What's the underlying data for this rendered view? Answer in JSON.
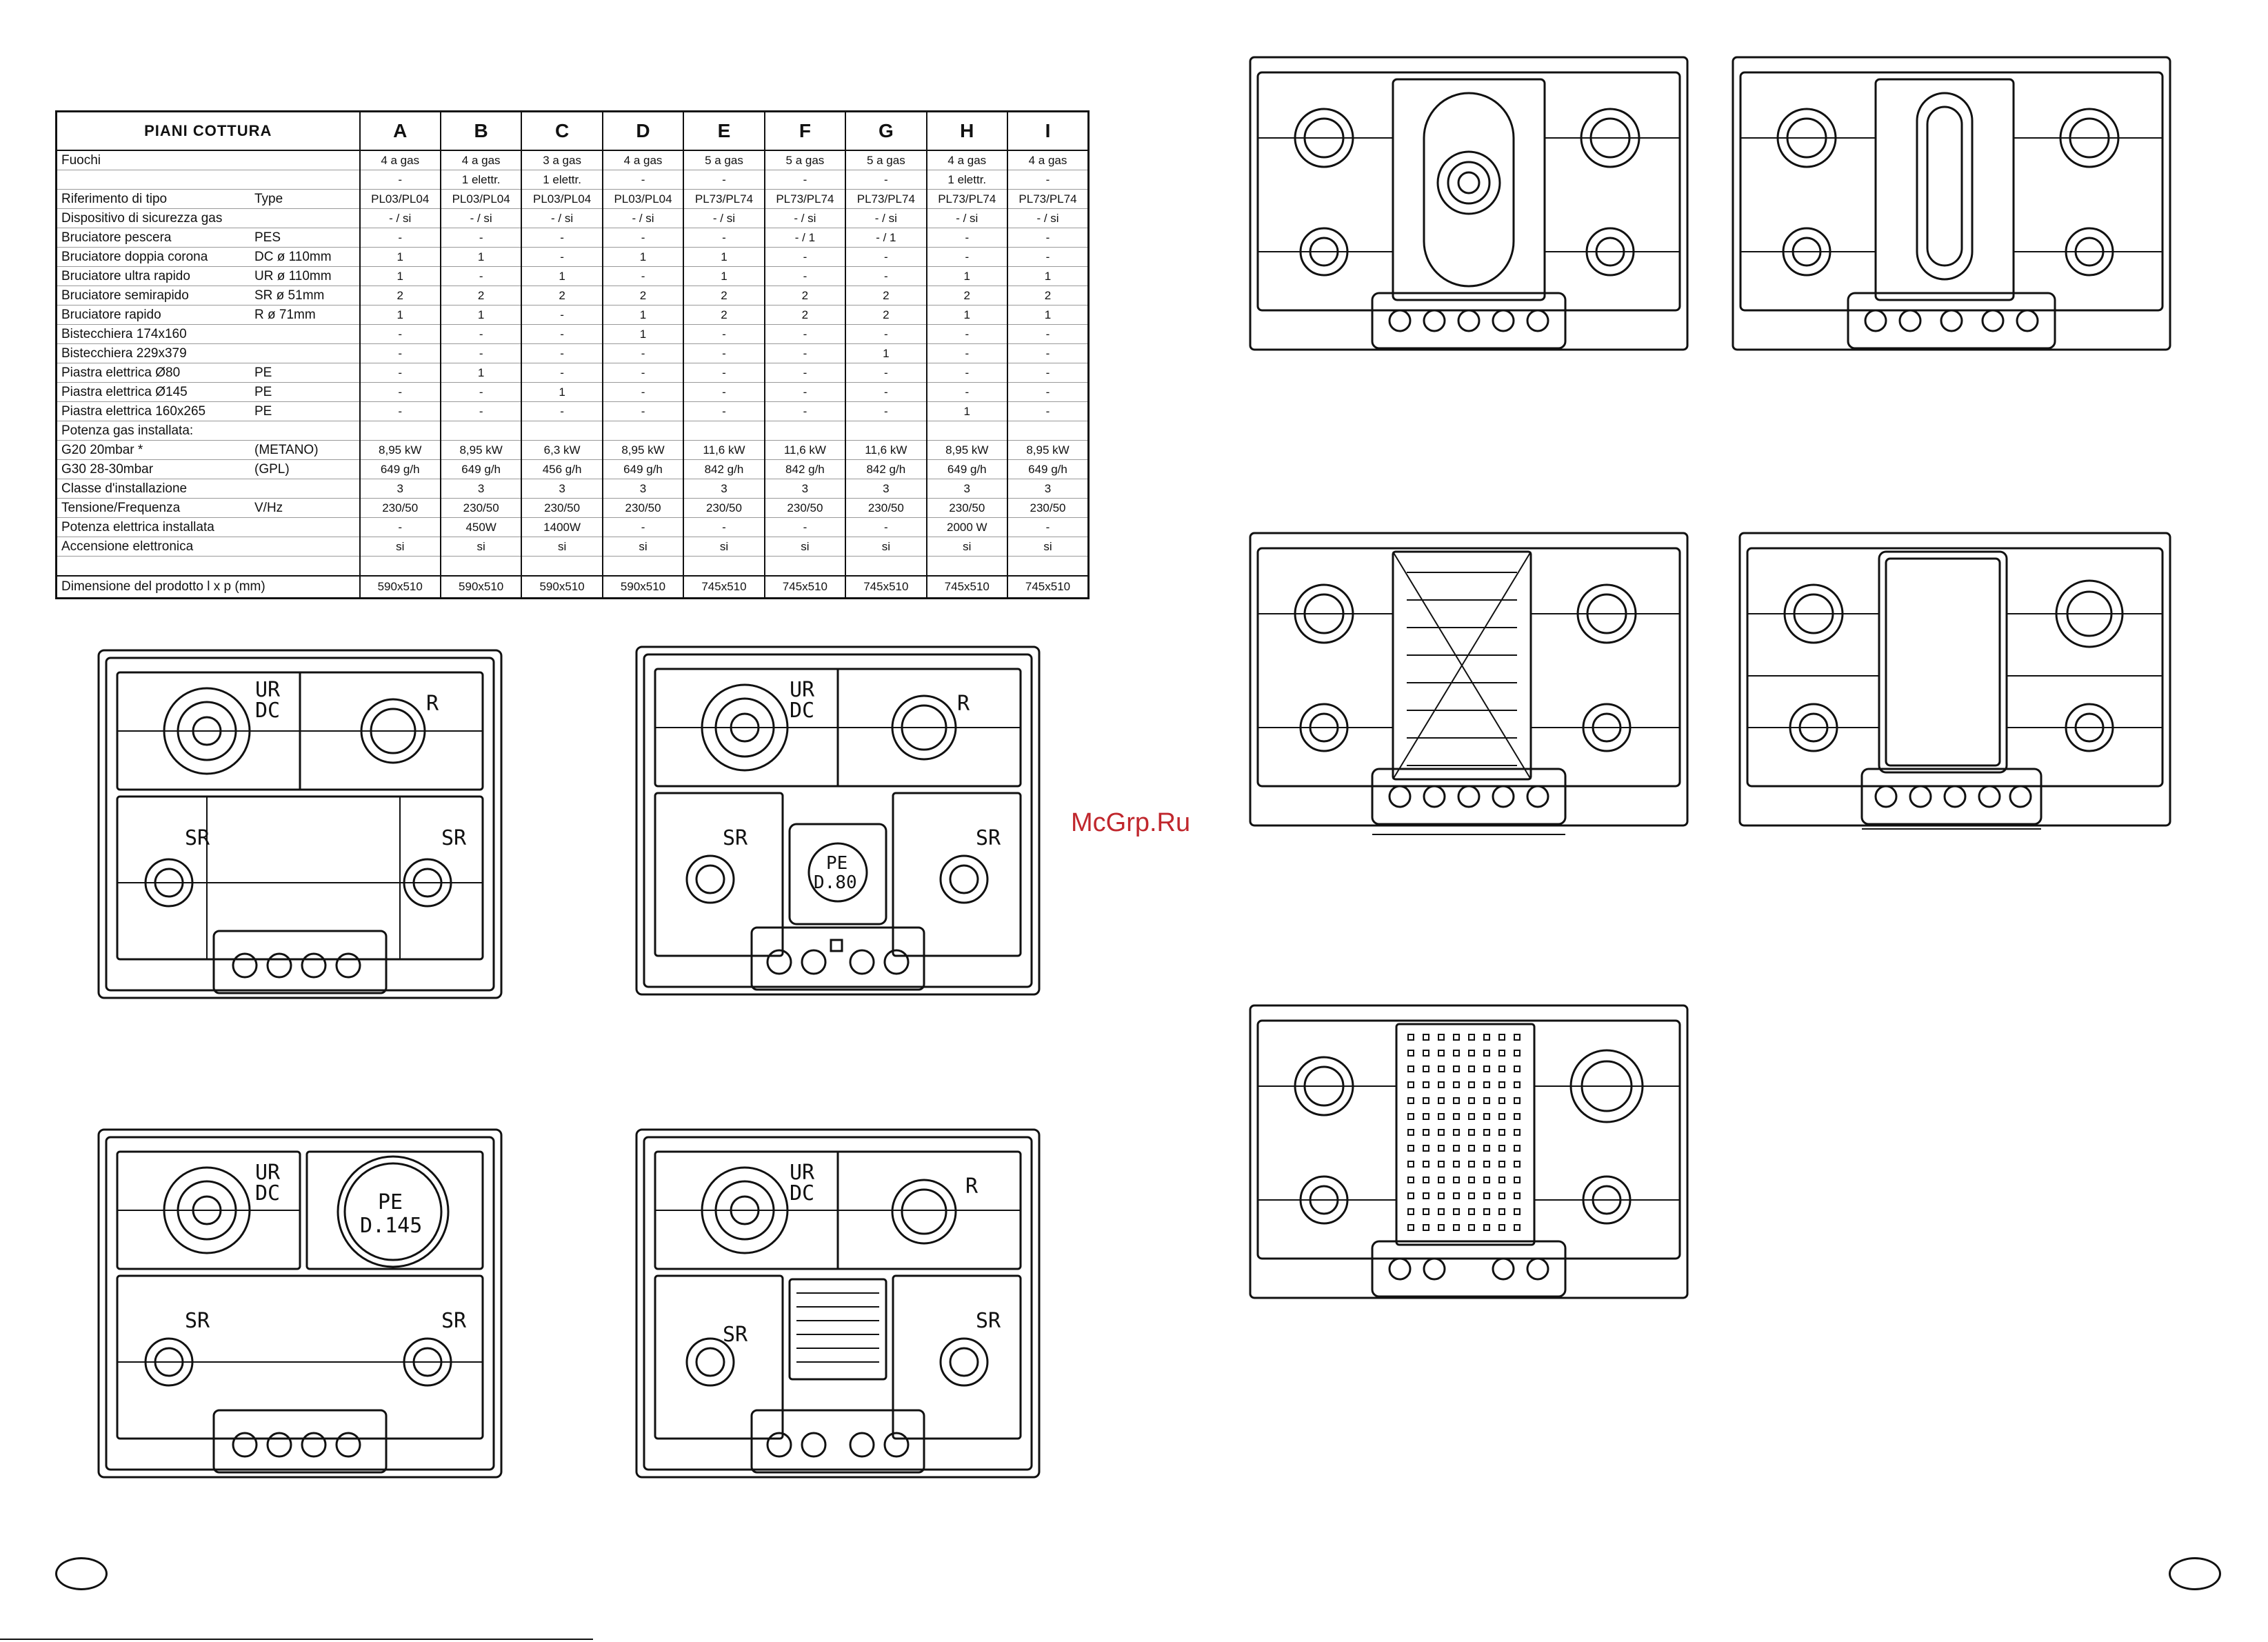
{
  "table": {
    "title": "PIANI COTTURA",
    "columns": [
      "A",
      "B",
      "C",
      "D",
      "E",
      "F",
      "G",
      "H",
      "I"
    ],
    "rows": [
      {
        "label": "Fuochi",
        "code": "",
        "values": [
          "4 a gas",
          "4 a gas",
          "3 a gas",
          "4 a gas",
          "5 a gas",
          "5 a gas",
          "5 a gas",
          "4 a gas",
          "4 a gas"
        ]
      },
      {
        "label": "",
        "code": "",
        "values": [
          "-",
          "1 elettr.",
          "1 elettr.",
          "-",
          "-",
          "-",
          "-",
          "1 elettr.",
          "-"
        ]
      },
      {
        "label": "Riferimento di tipo",
        "code": "Type",
        "values": [
          "PL03/PL04",
          "PL03/PL04",
          "PL03/PL04",
          "PL03/PL04",
          "PL73/PL74",
          "PL73/PL74",
          "PL73/PL74",
          "PL73/PL74",
          "PL73/PL74"
        ]
      },
      {
        "label": "Dispositivo di sicurezza gas",
        "code": "",
        "values": [
          "- / si",
          "- / si",
          "- / si",
          "- / si",
          "- / si",
          "- / si",
          "- / si",
          "- / si",
          "- / si"
        ]
      },
      {
        "label": "Bruciatore pescera",
        "code": "PES",
        "values": [
          "-",
          "-",
          "-",
          "-",
          "-",
          "- / 1",
          "- / 1",
          "-",
          "-"
        ]
      },
      {
        "label": "Bruciatore doppia corona",
        "code": "DC ø 110mm",
        "values": [
          "1",
          "1",
          "-",
          "1",
          "1",
          "-",
          "-",
          "-",
          "-"
        ]
      },
      {
        "label": "Bruciatore ultra rapido",
        "code": "UR ø 110mm",
        "values": [
          "1",
          "-",
          "1",
          "-",
          "1",
          "-",
          "-",
          "1",
          "1"
        ]
      },
      {
        "label": "Bruciatore semirapido",
        "code": "SR ø 51mm",
        "values": [
          "2",
          "2",
          "2",
          "2",
          "2",
          "2",
          "2",
          "2",
          "2"
        ]
      },
      {
        "label": "Bruciatore rapido",
        "code": "R  ø 71mm",
        "values": [
          "1",
          "1",
          "-",
          "1",
          "2",
          "2",
          "2",
          "1",
          "1"
        ]
      },
      {
        "label": "Bistecchiera 174x160",
        "code": "",
        "values": [
          "-",
          "-",
          "-",
          "1",
          "-",
          "-",
          "-",
          "-",
          "-"
        ]
      },
      {
        "label": "Bistecchiera 229x379",
        "code": "",
        "values": [
          "-",
          "-",
          "-",
          "-",
          "-",
          "-",
          "1",
          "-",
          "-"
        ]
      },
      {
        "label": "Piastra elettrica     Ø80",
        "code": "PE",
        "values": [
          "-",
          "1",
          "-",
          "-",
          "-",
          "-",
          "-",
          "-",
          "-"
        ]
      },
      {
        "label": "Piastra elettrica     Ø145",
        "code": "PE",
        "values": [
          "-",
          "-",
          "1",
          "-",
          "-",
          "-",
          "-",
          "-",
          "-"
        ]
      },
      {
        "label": "Piastra elettrica     160x265",
        "code": "PE",
        "values": [
          "-",
          "-",
          "-",
          "-",
          "-",
          "-",
          "-",
          "1",
          "-"
        ]
      },
      {
        "label": "Potenza gas installata:",
        "code": "",
        "values": [
          "",
          "",
          "",
          "",
          "",
          "",
          "",
          "",
          ""
        ]
      },
      {
        "label": " G20 20mbar *",
        "code": "(METANO)",
        "values": [
          "8,95 kW",
          "8,95 kW",
          "6,3 kW",
          "8,95 kW",
          "11,6 kW",
          "11,6 kW",
          "11,6 kW",
          "8,95 kW",
          "8,95 kW"
        ]
      },
      {
        "label": " G30 28-30mbar",
        "code": "(GPL)",
        "values": [
          "649 g/h",
          "649 g/h",
          "456 g/h",
          "649 g/h",
          "842 g/h",
          "842 g/h",
          "842 g/h",
          "649 g/h",
          "649 g/h"
        ]
      },
      {
        "label": "Classe d'installazione",
        "code": "",
        "values": [
          "3",
          "3",
          "3",
          "3",
          "3",
          "3",
          "3",
          "3",
          "3"
        ]
      },
      {
        "label": "Tensione/Frequenza",
        "code": "V/Hz",
        "values": [
          "230/50",
          "230/50",
          "230/50",
          "230/50",
          "230/50",
          "230/50",
          "230/50",
          "230/50",
          "230/50"
        ]
      },
      {
        "label": "Potenza elettrica installata",
        "code": "",
        "values": [
          "-",
          "450W",
          "1400W",
          "-",
          "-",
          "-",
          "-",
          "2000 W",
          "-"
        ]
      },
      {
        "label": "Accensione elettronica",
        "code": "",
        "values": [
          "si",
          "si",
          "si",
          "si",
          "si",
          "si",
          "si",
          "si",
          "si"
        ]
      },
      {
        "label": "",
        "code": "",
        "values": [
          "",
          "",
          "",
          "",
          "",
          "",
          "",
          "",
          ""
        ]
      },
      {
        "label": "Dimensione del prodotto  l x p (mm)",
        "code": "",
        "values": [
          "590x510",
          "590x510",
          "590x510",
          "590x510",
          "745x510",
          "745x510",
          "745x510",
          "745x510",
          "745x510"
        ]
      }
    ]
  },
  "hobs": {
    "hob_a": {
      "labels": [
        "UR",
        "DC",
        "R",
        "SR",
        "SR"
      ]
    },
    "hob_b": {
      "labels": [
        "UR",
        "DC",
        "R",
        "SR",
        "SR",
        "PE",
        "D.80"
      ]
    },
    "hob_c": {
      "labels": [
        "UR",
        "DC",
        "PE",
        "D.145",
        "SR",
        "SR"
      ]
    },
    "hob_d": {
      "labels": [
        "UR",
        "DC",
        "R",
        "SR",
        "SR"
      ]
    }
  },
  "watermark": "McGrp.Ru"
}
